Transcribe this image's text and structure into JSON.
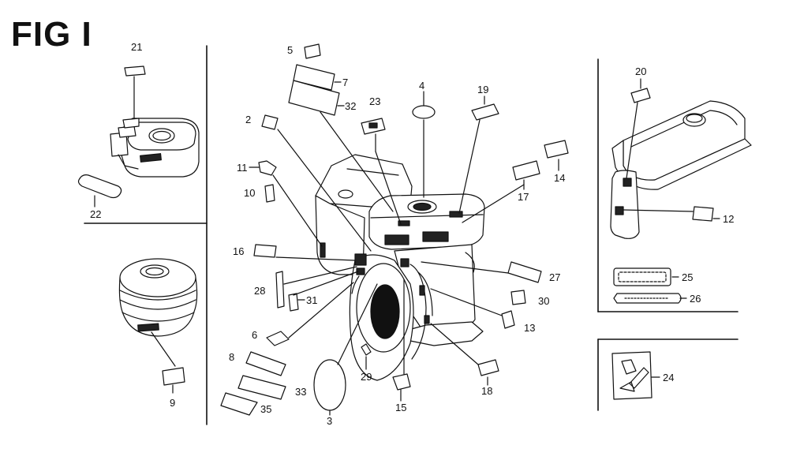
{
  "figure": {
    "title": "FIG I"
  },
  "callouts": {
    "c2": "2",
    "c3": "3",
    "c4": "4",
    "c5": "5",
    "c6": "6",
    "c7": "7",
    "c8": "8",
    "c9": "9",
    "c10": "10",
    "c11": "11",
    "c12": "12",
    "c13": "13",
    "c14": "14",
    "c15": "15",
    "c16": "16",
    "c17": "17",
    "c18": "18",
    "c19": "19",
    "c20": "20",
    "c21": "21",
    "c22": "22",
    "c23": "23",
    "c24": "24",
    "c25": "25",
    "c26": "26",
    "c27": "27",
    "c28": "28",
    "c29": "29",
    "c30": "30",
    "c31": "31",
    "c32": "32",
    "c33": "33",
    "c35": "35"
  }
}
